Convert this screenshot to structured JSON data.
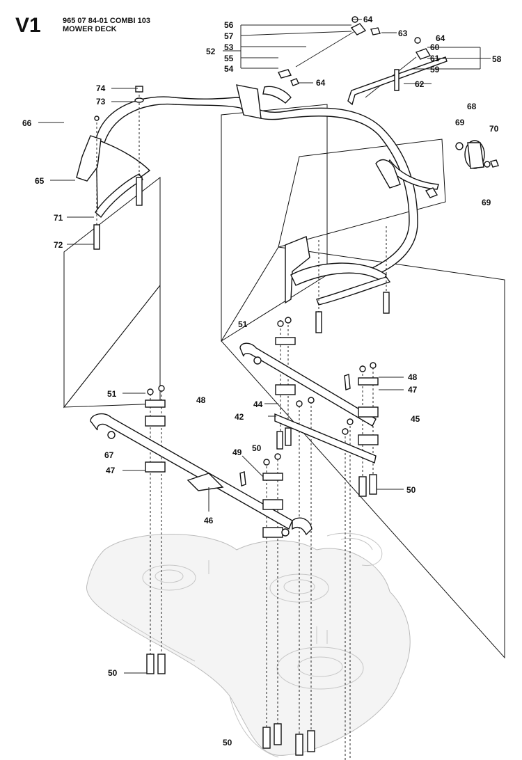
{
  "header": {
    "code": "V1",
    "part_line": "965 07 84-01 COMBI 103",
    "section": "MOWER DECK"
  },
  "callouts": [
    {
      "id": "c64a",
      "text": "64"
    },
    {
      "id": "c56",
      "text": "56"
    },
    {
      "id": "c57",
      "text": "57"
    },
    {
      "id": "c63",
      "text": "63"
    },
    {
      "id": "c53",
      "text": "53"
    },
    {
      "id": "c64b",
      "text": "64"
    },
    {
      "id": "c52",
      "text": "52"
    },
    {
      "id": "c60",
      "text": "60"
    },
    {
      "id": "c58",
      "text": "58"
    },
    {
      "id": "c55",
      "text": "55"
    },
    {
      "id": "c61",
      "text": "61"
    },
    {
      "id": "c54",
      "text": "54"
    },
    {
      "id": "c59",
      "text": "59"
    },
    {
      "id": "c64c",
      "text": "64"
    },
    {
      "id": "c62",
      "text": "62"
    },
    {
      "id": "c74",
      "text": "74"
    },
    {
      "id": "c73",
      "text": "73"
    },
    {
      "id": "c68",
      "text": "68"
    },
    {
      "id": "c66",
      "text": "66"
    },
    {
      "id": "c69a",
      "text": "69"
    },
    {
      "id": "c70",
      "text": "70"
    },
    {
      "id": "c65",
      "text": "65"
    },
    {
      "id": "c69b",
      "text": "69"
    },
    {
      "id": "c71",
      "text": "71"
    },
    {
      "id": "c72",
      "text": "72"
    },
    {
      "id": "c51a",
      "text": "51"
    },
    {
      "id": "c48a",
      "text": "48"
    },
    {
      "id": "c51b",
      "text": "51"
    },
    {
      "id": "c47a",
      "text": "47"
    },
    {
      "id": "c48b",
      "text": "48"
    },
    {
      "id": "c44",
      "text": "44"
    },
    {
      "id": "c42",
      "text": "42"
    },
    {
      "id": "c45",
      "text": "45"
    },
    {
      "id": "c50a",
      "text": "50"
    },
    {
      "id": "c49",
      "text": "49"
    },
    {
      "id": "c67",
      "text": "67"
    },
    {
      "id": "c47b",
      "text": "47"
    },
    {
      "id": "c50b",
      "text": "50"
    },
    {
      "id": "c46",
      "text": "46"
    },
    {
      "id": "c50c",
      "text": "50"
    },
    {
      "id": "c50d",
      "text": "50"
    }
  ]
}
